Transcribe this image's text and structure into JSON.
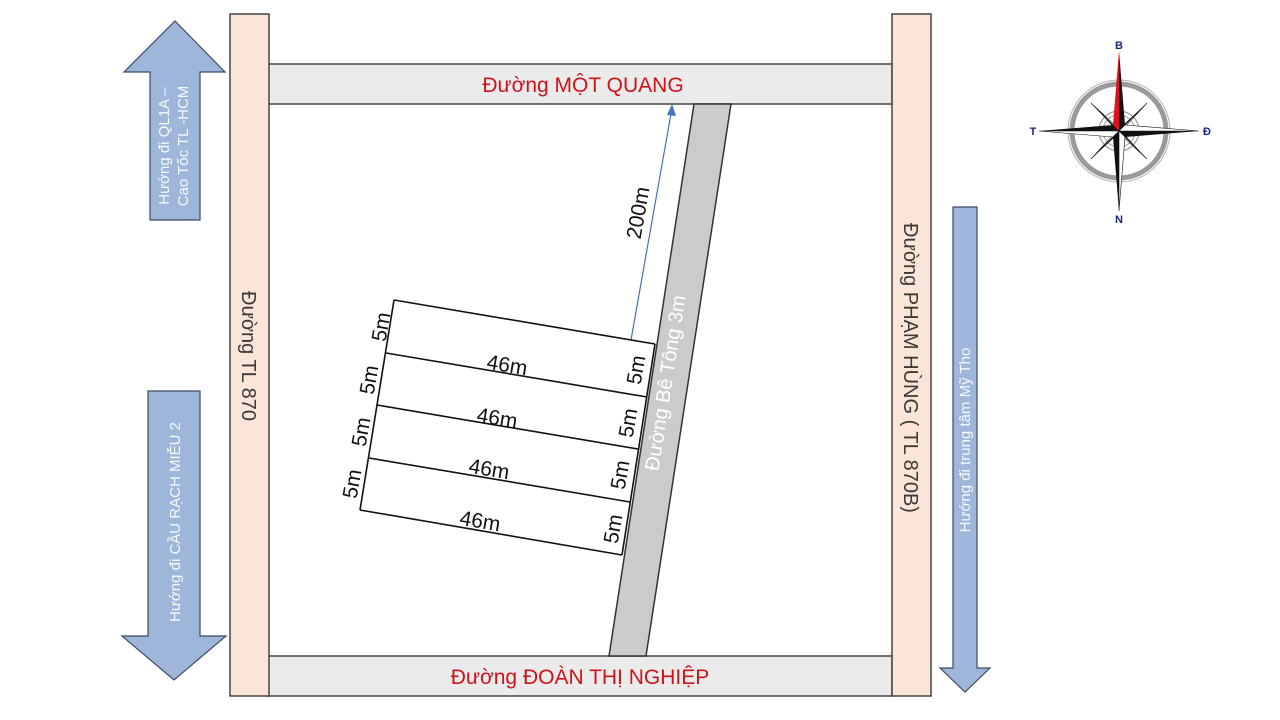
{
  "roads": {
    "top": {
      "label": "Đường MỘT QUANG"
    },
    "bottom": {
      "label": "Đường ĐOÀN THỊ NGHIỆP"
    },
    "left": {
      "label": "Đường TL 870"
    },
    "right": {
      "label": "Đường PHẠM HÙNG ( TL 870B)"
    },
    "concrete": {
      "label": "Đường Bê Tông 3m"
    }
  },
  "direction_arrows": {
    "top_left": {
      "line1": "Hướng đi QL1A –",
      "line2": "Cao Tốc TL -HCM",
      "direction": "up"
    },
    "bottom_left": {
      "label": "Hướng đi CẦU RẠCH MIỄU 2",
      "direction": "down"
    },
    "right": {
      "label": "Hướng đi trung tâm Mỹ Tho",
      "direction": "down"
    }
  },
  "distance_marker": {
    "label": "200m"
  },
  "lots": [
    {
      "length": "46m",
      "front": "5m",
      "back": "5m"
    },
    {
      "length": "46m",
      "front": "5m",
      "back": "5m"
    },
    {
      "length": "46m",
      "front": "5m",
      "back": "5m"
    },
    {
      "length": "46m",
      "front": "5m",
      "back": "5m"
    }
  ],
  "compass": {
    "north": "B",
    "south": "N",
    "east": "Đ",
    "west": "T"
  },
  "colors": {
    "road_label": "#d0121b",
    "side_road_fill": "#fbe4d8",
    "main_road_fill": "#ebebeb",
    "concrete_fill": "#cbcbcb",
    "arrow_fill": "#9fb6db",
    "compass_needle": "#e0101e"
  }
}
